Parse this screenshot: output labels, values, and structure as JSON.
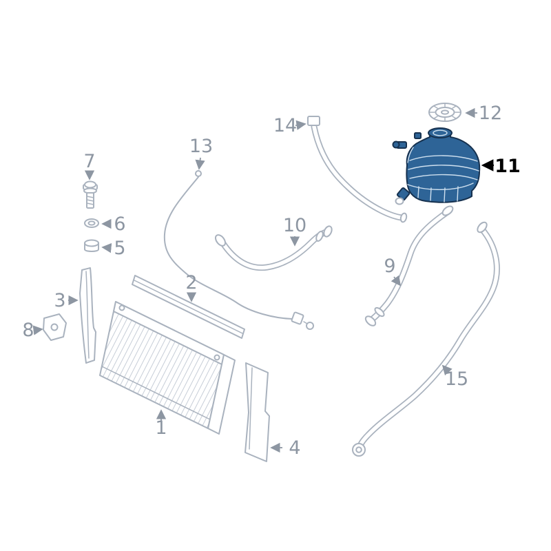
{
  "diagram": {
    "type": "parts-diagram",
    "description": "Engine cooling system exploded parts diagram with highlighted expansion tank",
    "background": "#ffffff",
    "colors": {
      "part_outline": "#a9b2be",
      "callout_label": "#8d96a2",
      "highlight_fill": "#2e6497",
      "highlight_outline": "#16314f",
      "highlight_label": "#000000"
    },
    "highlighted_callout": "11",
    "callouts": [
      {
        "label": "1",
        "part": "radiator"
      },
      {
        "label": "2",
        "part": "radiator-upper-trim"
      },
      {
        "label": "3",
        "part": "left-side-bracket"
      },
      {
        "label": "4",
        "part": "right-side-bracket"
      },
      {
        "label": "5",
        "part": "grommet"
      },
      {
        "label": "6",
        "part": "nut"
      },
      {
        "label": "7",
        "part": "screw"
      },
      {
        "label": "8",
        "part": "small-bracket"
      },
      {
        "label": "9",
        "part": "coolant-hose-upper"
      },
      {
        "label": "10",
        "part": "coolant-hose-center"
      },
      {
        "label": "11",
        "part": "expansion-tank",
        "highlighted": true
      },
      {
        "label": "12",
        "part": "expansion-tank-cap"
      },
      {
        "label": "13",
        "part": "sensor-wire"
      },
      {
        "label": "14",
        "part": "vent-pipe"
      },
      {
        "label": "15",
        "part": "coolant-hose-lower"
      }
    ]
  }
}
